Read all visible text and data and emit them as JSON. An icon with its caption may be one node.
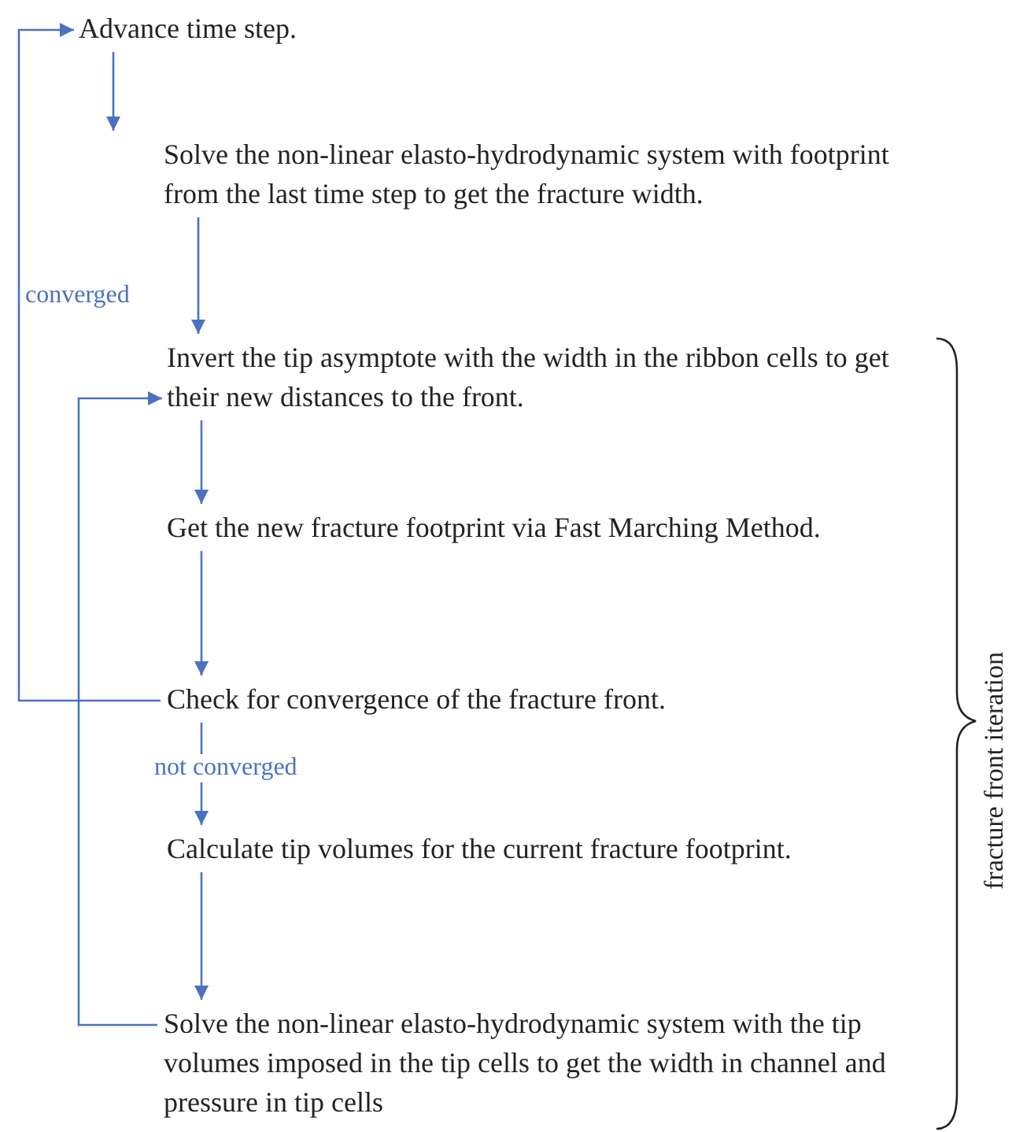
{
  "diagram": {
    "nodes": [
      {
        "text": [
          "Advance time step."
        ]
      },
      {
        "text": [
          "Solve the non-linear elasto-hydrodynamic system with footprint from the last time step to get the fracture width."
        ]
      },
      {
        "text": [
          "Invert the tip asymptote with the width in the ribbon cells to get their new distances to the front."
        ]
      },
      {
        "text": [
          "Get the new fracture footprint via Fast Marching Method."
        ]
      },
      {
        "text": [
          "Check for convergence of the fracture front."
        ]
      },
      {
        "text": [
          "Calculate tip volumes for the current fracture footprint."
        ]
      },
      {
        "text": [
          "Solve the non-linear elasto-hydrodynamic system with the tip volumes imposed in the tip cells to get the width in channel and pressure in tip cells"
        ]
      }
    ],
    "edges": [
      {
        "from": 0,
        "to": 1,
        "arrow": "to"
      },
      {
        "from": 1,
        "to": 2,
        "arrow": "to"
      },
      {
        "from": 2,
        "to": 3,
        "arrow": "to"
      },
      {
        "from": 3,
        "to": 4,
        "arrow": "to"
      },
      {
        "from": 4,
        "to": 5,
        "arrow": "to",
        "label": "not converged"
      },
      {
        "from": 5,
        "to": 6,
        "arrow": "to"
      },
      {
        "from": 4,
        "to": 0,
        "arrow": "to",
        "label": "converged"
      },
      {
        "from": 6,
        "to": 2,
        "arrow": "to"
      }
    ],
    "labels": [
      "fracture front iteration"
    ]
  }
}
